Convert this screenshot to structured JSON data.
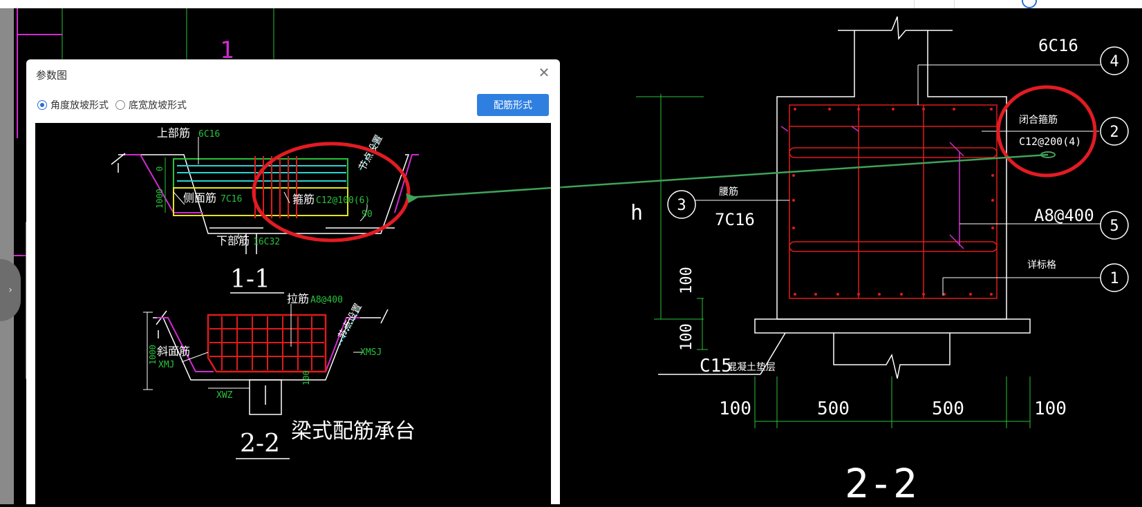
{
  "dialog": {
    "title": "参数图",
    "radio_angle": "角度放坡形式",
    "radio_width": "底宽放坡形式",
    "button": "配筋形式"
  },
  "preview": {
    "top_bar_label": "上部筋",
    "top_bar_value": "6C16",
    "side_bar_label": "侧面筋",
    "side_bar_value": "7C16",
    "stirrup_label": "箍筋",
    "stirrup_value": "C12@100(6)",
    "bottom_bar_label": "下部筋",
    "bottom_bar_value": "16C32",
    "node_setting": "节点设置",
    "angle": "90",
    "dim_0": "0",
    "dim_1000a": "1000",
    "section_1": "1-1",
    "tie_label": "拉筋",
    "tie_value": "A8@400",
    "slope_label": "斜面筋",
    "xmj": "XMJ",
    "xmsj": "XMSJ",
    "xwz": "XWZ",
    "dim_1000b": "1000",
    "dim_100": "100",
    "section_2": "2-2",
    "caption": "梁式配筋承台"
  },
  "background": {
    "label_1": "1",
    "bg_section_1": "1"
  },
  "drawing": {
    "top_rebar": "6C16",
    "closed_stirrup": "闭合箍筋",
    "stirrup_spec": "C12@200(4)",
    "tie_spec": "A8@400",
    "side_label": "腰筋",
    "side_spec": "7C16",
    "other_label": "详标格",
    "h_label": "h",
    "dim_100_v1": "100",
    "dim_100_v2": "100",
    "base_label": "C15",
    "base_desc": "混凝土垫层",
    "dim_100_l": "100",
    "dim_500_l": "500",
    "dim_500_r": "500",
    "dim_100_r": "100",
    "section": "2-2",
    "circle_4": "4",
    "circle_2": "2",
    "circle_3": "3",
    "circle_5": "5",
    "circle_1": "1"
  },
  "colors": {
    "cad_green": "#27c43a",
    "cad_red": "#e01b1b",
    "cad_magenta": "#d42ad4",
    "cad_cyan": "#2ad4d4",
    "cad_yellow": "#e6e61a",
    "annotation_red": "#e31b23",
    "arrow_green": "#3fa35a",
    "button_blue": "#2f7fe0"
  }
}
